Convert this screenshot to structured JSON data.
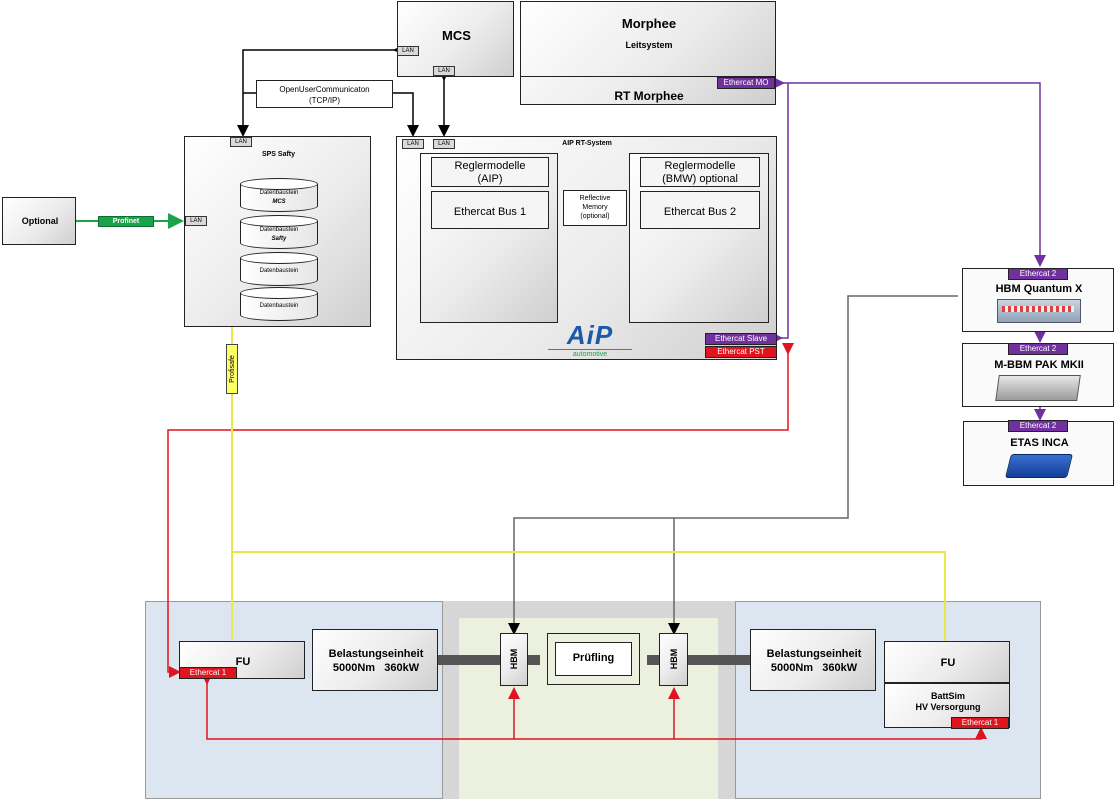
{
  "mcs": {
    "title": "MCS",
    "lan_top": "LAN",
    "lan_bottom": "LAN"
  },
  "morphee": {
    "title": "Morphee",
    "subtitle": "Leitsystem",
    "rt": "RT Morphee",
    "ethercat_mo": "Ethercat MO"
  },
  "opencomm": {
    "line1": "OpenUserCommunicaton",
    "line2": "(TCP/IP)"
  },
  "sps": {
    "title": "SPS Safty",
    "lan_top": "LAN",
    "lan_side": "LAN",
    "db1": "Datenbaustein",
    "db1_sub": "MCS",
    "db2": "Datenbaustein",
    "db2_sub": "Safty",
    "db3": "Datenbaustein",
    "db4": "Datenbaustein"
  },
  "optional": {
    "label": "Optional",
    "profinet": "Profinet"
  },
  "profisafe": "Profisafe",
  "aip": {
    "title": "AIP RT-System",
    "lan1": "LAN",
    "lan2": "LAN",
    "left_model": "Reglermodelle\n(AIP)",
    "left_bus": "Ethercat Bus 1",
    "right_model": "Reglermodelle\n(BMW) optional",
    "right_bus": "Ethercat Bus 2",
    "reflective": "Reflective\nMemory\n(optional)",
    "logo": "AiP",
    "logo_sub": "automotive",
    "slave": "Ethercat Slave",
    "pst": "Ethercat PST"
  },
  "hbm_quantum": {
    "tag": "Ethercat 2",
    "title": "HBM Quantum X"
  },
  "mbbm": {
    "tag": "Ethercat 2",
    "title": "M-BBM PAK MKII"
  },
  "etas": {
    "tag": "Ethercat 2",
    "title": "ETAS INCA"
  },
  "bench": {
    "fu_left": "FU",
    "ethercat1_left": "Ethercat 1",
    "load_left": "Belastungseinheit\n5000Nm   360kW",
    "hbm_left": "HBM",
    "pruefling": "Prüfling",
    "hbm_right": "HBM",
    "load_right": "Belastungseinheit\n5000Nm   360kW",
    "fu_right": "FU",
    "battsim": "BattSim\nHV Versorgung",
    "ethercat1_right": "Ethercat 1"
  },
  "colors": {
    "purple": "#7030a0",
    "red": "#e0141e",
    "green": "#1aa34a",
    "yellow": "#e8e84a",
    "gray": "#666666",
    "bench_bg": "#dce6f0",
    "bench_mid": "#d6d6d6",
    "bench_inner": "#ebf1de"
  }
}
